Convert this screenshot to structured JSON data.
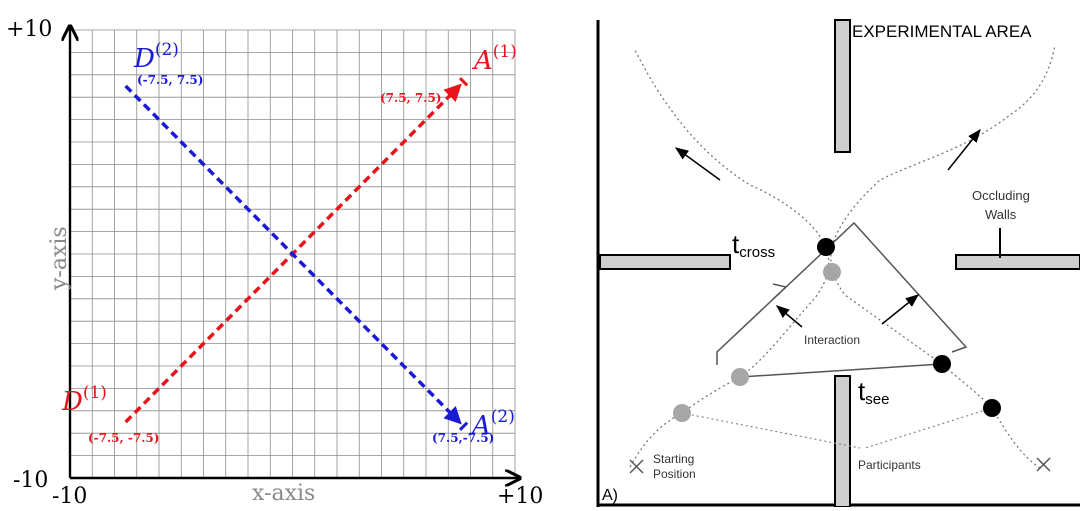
{
  "left_panel": {
    "axes": {
      "x_label": "x-axis",
      "y_label": "y-axis",
      "x_min_label": "-10",
      "x_max_label": "+10",
      "y_min_label": "-10",
      "y_max_label": "+10",
      "range": [
        -10,
        10
      ],
      "grid": true,
      "grid_step": 1
    },
    "paths": [
      {
        "color": "#e8141b",
        "start": {
          "name": "D",
          "superscript": "(1)",
          "coord_label": "(-7.5, -7.5)",
          "x": -7.5,
          "y": -7.5
        },
        "end": {
          "name": "A",
          "superscript": "(1)",
          "coord_label": "(7.5, 7.5)",
          "x": 7.5,
          "y": 7.5
        }
      },
      {
        "color": "#1a1ad6",
        "start": {
          "name": "D",
          "superscript": "(2)",
          "coord_label": "(-7.5, 7.5)",
          "x": -7.5,
          "y": 7.5
        },
        "end": {
          "name": "A",
          "superscript": "(2)",
          "coord_label": "(7.5,-7.5)",
          "x": 7.5,
          "y": -7.5
        }
      }
    ]
  },
  "right_panel": {
    "title": "EXPERIMENTAL AREA",
    "panel_label": "A)",
    "labels": {
      "occluding_walls_line1": "Occluding",
      "occluding_walls_line2": "Walls",
      "interaction": "Interaction",
      "participants": "Participants",
      "starting_position_line1": "Starting",
      "starting_position_line2": "Position",
      "t_cross": "t",
      "t_cross_sub": "cross",
      "t_see": "t",
      "t_see_sub": "see"
    },
    "colors": {
      "participant_dark": "#000000",
      "participant_light": "#a6a6a6",
      "wall_fill": "#cfcfcf"
    }
  }
}
